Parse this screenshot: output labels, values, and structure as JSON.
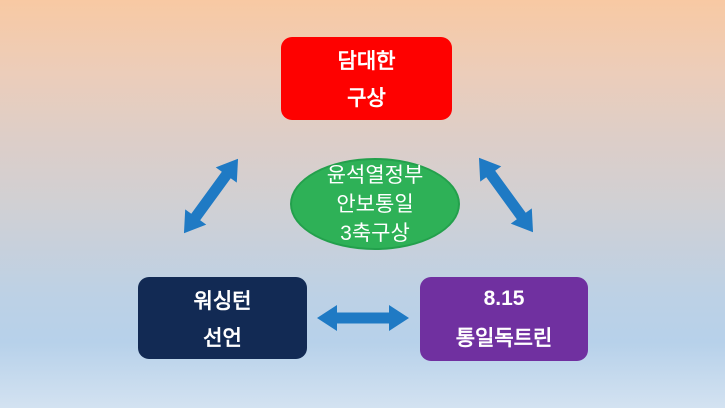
{
  "diagram": {
    "description": "three-axis security-unification concept diagram",
    "nodes": {
      "top": {
        "lines": [
          "담대한",
          "구상"
        ],
        "fill": "#FE0100",
        "text_color": "#FFFFFF",
        "shape": "rounded-rectangle"
      },
      "center": {
        "lines": [
          "윤석열정부",
          "안보통일",
          "3축구상"
        ],
        "fill": "#2EB157",
        "text_color": "#FFFFFF",
        "shape": "ellipse"
      },
      "bottom_left": {
        "lines": [
          "워싱턴",
          "선언"
        ],
        "fill": "#122A54",
        "text_color": "#FFFFFF",
        "shape": "rounded-rectangle"
      },
      "bottom_right": {
        "lines": [
          "8.15",
          "통일독트린"
        ],
        "fill": "#7030A0",
        "text_color": "#FFFFFF",
        "shape": "rounded-rectangle"
      }
    },
    "arrows": {
      "color": "#1F7AC4",
      "style": "double-headed",
      "connections": [
        "top ↔ bottom_left",
        "top ↔ bottom_right",
        "bottom_left ↔ bottom_right"
      ]
    },
    "background": {
      "gradient_top": "#F8C9A3",
      "gradient_middle": "#CFD0D5",
      "gradient_bottom": "#D3E2F1"
    }
  }
}
